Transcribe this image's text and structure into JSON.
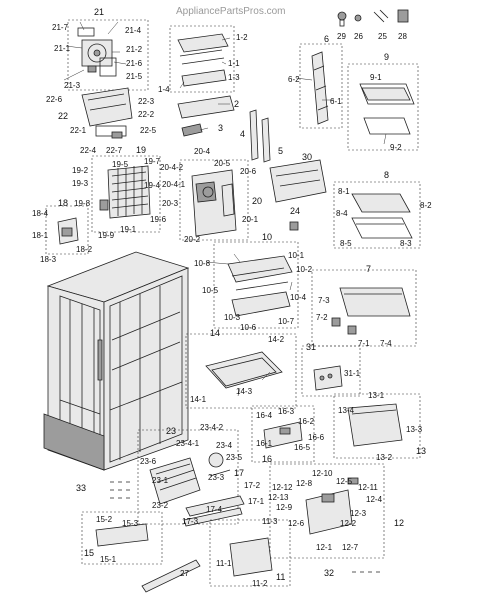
{
  "watermark": "AppliancePartsPros.com",
  "labels": {
    "n21": "21",
    "n21_7": "21-7",
    "n21_4": "21-4",
    "n21_1": "21-1",
    "n21_2": "21-2",
    "n21_6": "21-6",
    "n21_5": "21-5",
    "n21_3": "21-3",
    "n22_6": "22-6",
    "n22_3": "22-3",
    "n22": "22",
    "n22_2": "22-2",
    "n22_1": "22-1",
    "n22_5": "22-5",
    "n22_4": "22-4",
    "n22_7": "22-7",
    "n1_2": "1-2",
    "n1_1": "1-1",
    "n1_4": "1-4",
    "n1_3": "1-3",
    "n2": "2",
    "n3": "3",
    "n4": "4",
    "n5": "5",
    "n29": "29",
    "n26": "26",
    "n25": "25",
    "n28": "28",
    "n6": "6",
    "n6_2": "6-2",
    "n6_1": "6-1",
    "n9": "9",
    "n9_1": "9-1",
    "n9_2": "9-2",
    "n19": "19",
    "n19_5": "19-5",
    "n19_7": "19-7",
    "n19_2": "19-2",
    "n19_3": "19-3",
    "n19_4": "19-4",
    "n19_8": "19-8",
    "n19_6": "19-6",
    "n19_9": "19-9",
    "n19_1": "19-1",
    "n20_4": "20-4",
    "n20_5": "20-5",
    "n20_4_2": "20-4-2",
    "n20_4_1": "20-4-1",
    "n20_6": "20-6",
    "n20_3": "20-3",
    "n20": "20",
    "n20_1": "20-1",
    "n20_2": "20-2",
    "n30": "30",
    "n24": "24",
    "n8": "8",
    "n8_1": "8-1",
    "n8_4": "8-4",
    "n8_2": "8-2",
    "n8_3": "8-3",
    "n8_5": "8-5",
    "n18": "18",
    "n18_4": "18-4",
    "n18_1": "18-1",
    "n18_2": "18-2",
    "n18_3": "18-3",
    "n10": "10",
    "n10_8": "10-8",
    "n10_1": "10-1",
    "n10_2": "10-2",
    "n10_5": "10-5",
    "n10_4": "10-4",
    "n10_3": "10-3",
    "n10_6": "10-6",
    "n10_7": "10-7",
    "n7": "7",
    "n7_3": "7-3",
    "n7_2": "7-2",
    "n7_1": "7-1",
    "n7_4": "7-4",
    "n14": "14",
    "n14_2": "14-2",
    "n14_1": "14-1",
    "n14_3": "14-3",
    "n31": "31",
    "n31_1": "31-1",
    "n13_1": "13-1",
    "n13_4": "13-4",
    "n13_3": "13-3",
    "n13_2": "13-2",
    "n13": "13",
    "n16_4": "16-4",
    "n16_3": "16-3",
    "n16_2": "16-2",
    "n16_1": "16-1",
    "n16_5": "16-5",
    "n16_6": "16-6",
    "n16": "16",
    "n23": "23",
    "n23_4_2": "23-4-2",
    "n23_4_1": "23-4-1",
    "n23_4": "23-4",
    "n23_6": "23-6",
    "n23_5": "23-5",
    "n23_3": "23-3",
    "n17": "17",
    "n23_1": "23-1",
    "n23_2": "23-2",
    "n33": "33",
    "n17_2": "17-2",
    "n17_1": "17-1",
    "n17_4": "17-4",
    "n17_3": "17-3",
    "n12_10": "12-10",
    "n12_5": "12-5",
    "n12_12": "12-12",
    "n12_8": "12-8",
    "n12_11": "12-11",
    "n12_13": "12-13",
    "n12_4": "12-4",
    "n12_9": "12-9",
    "n12_3": "12-3",
    "n12_6": "12-6",
    "n12_2": "12-2",
    "n12": "12",
    "n12_1": "12-1",
    "n12_7": "12-7",
    "n15_2": "15-2",
    "n15_3": "15-3",
    "n15": "15",
    "n15_1": "15-1",
    "n11_3": "11-3",
    "n27": "27",
    "n11_1": "11-1",
    "n11": "11",
    "n11_2": "11-2",
    "n32": "32"
  }
}
